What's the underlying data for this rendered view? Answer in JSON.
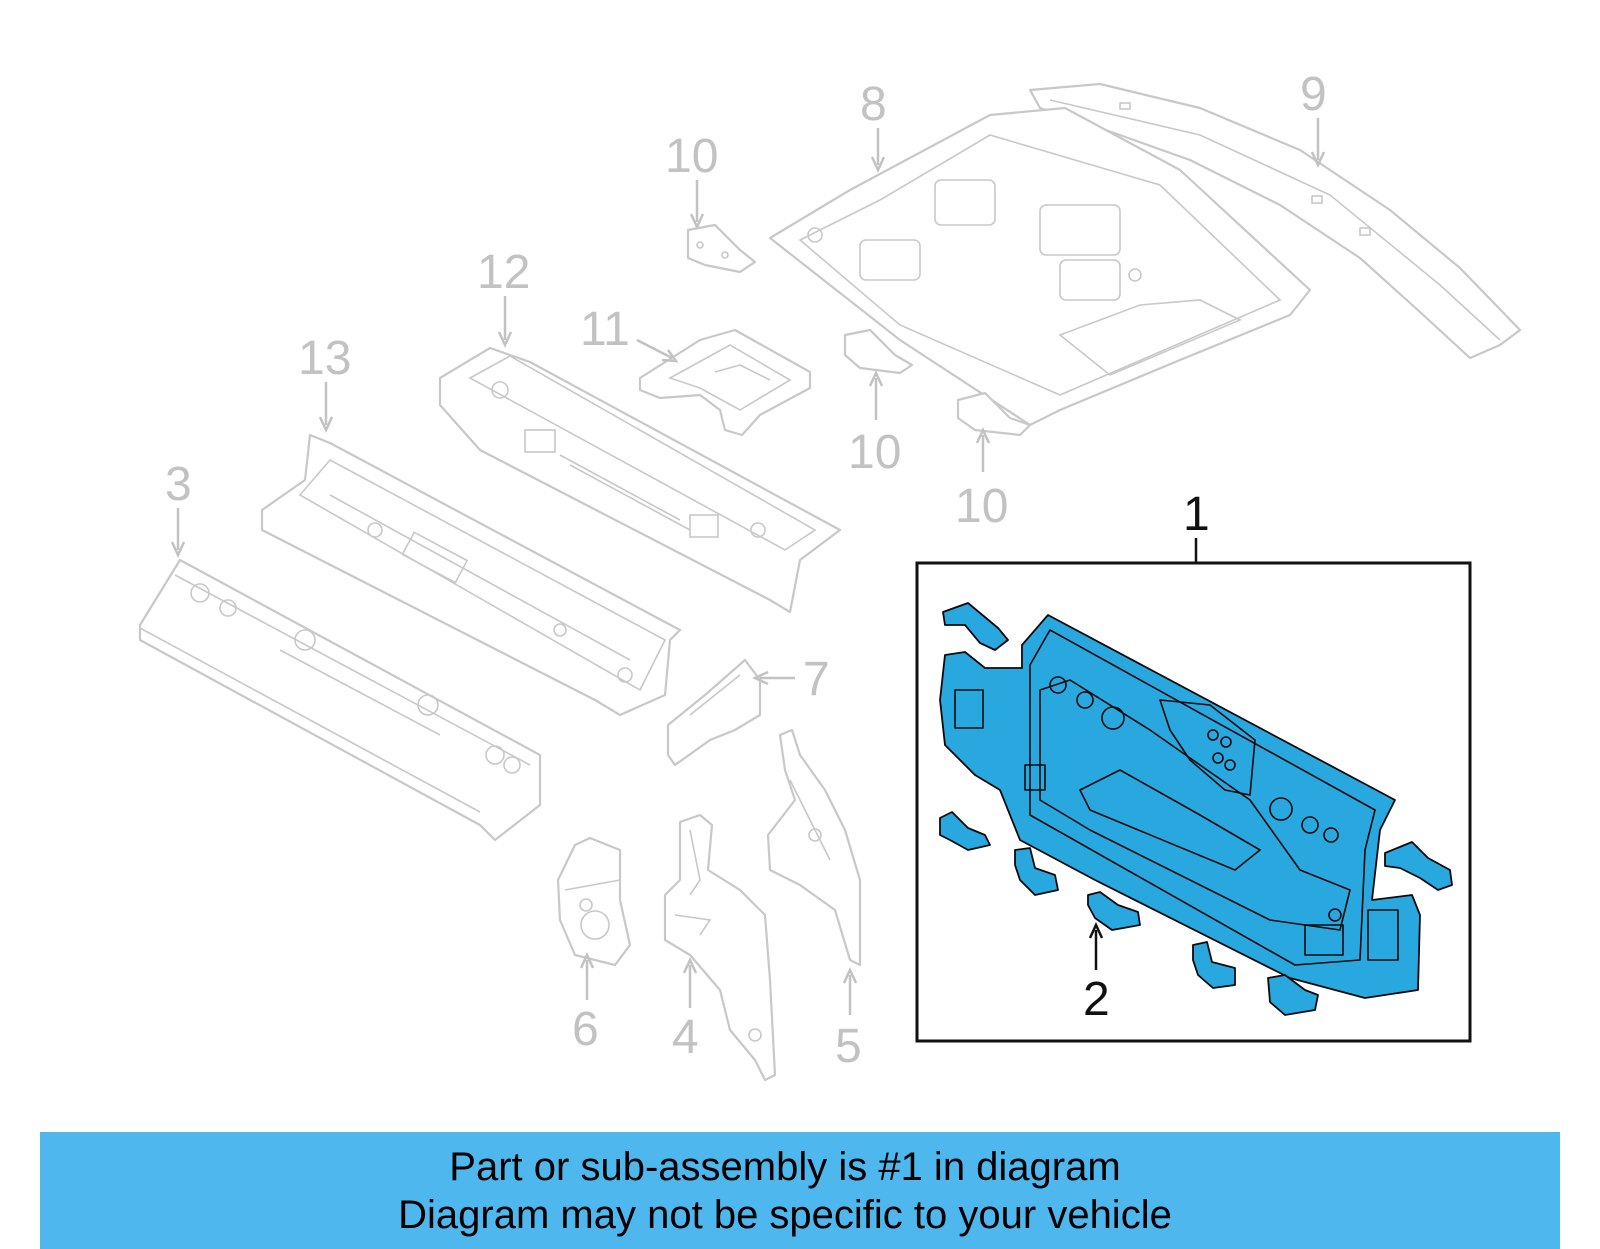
{
  "callouts": {
    "c1": "1",
    "c2": "2",
    "c3": "3",
    "c4": "4",
    "c5": "5",
    "c6": "6",
    "c7": "7",
    "c8": "8",
    "c9": "9",
    "c10": "10",
    "c11": "11",
    "c12": "12",
    "c13": "13"
  },
  "colors": {
    "highlight": "#29a8e0",
    "banner": "#4db7ee",
    "ghost": "#c8c8c8"
  },
  "banner": {
    "line1": "Part or sub-assembly is #1 in diagram",
    "line2": "Diagram may not be specific to your vehicle"
  }
}
